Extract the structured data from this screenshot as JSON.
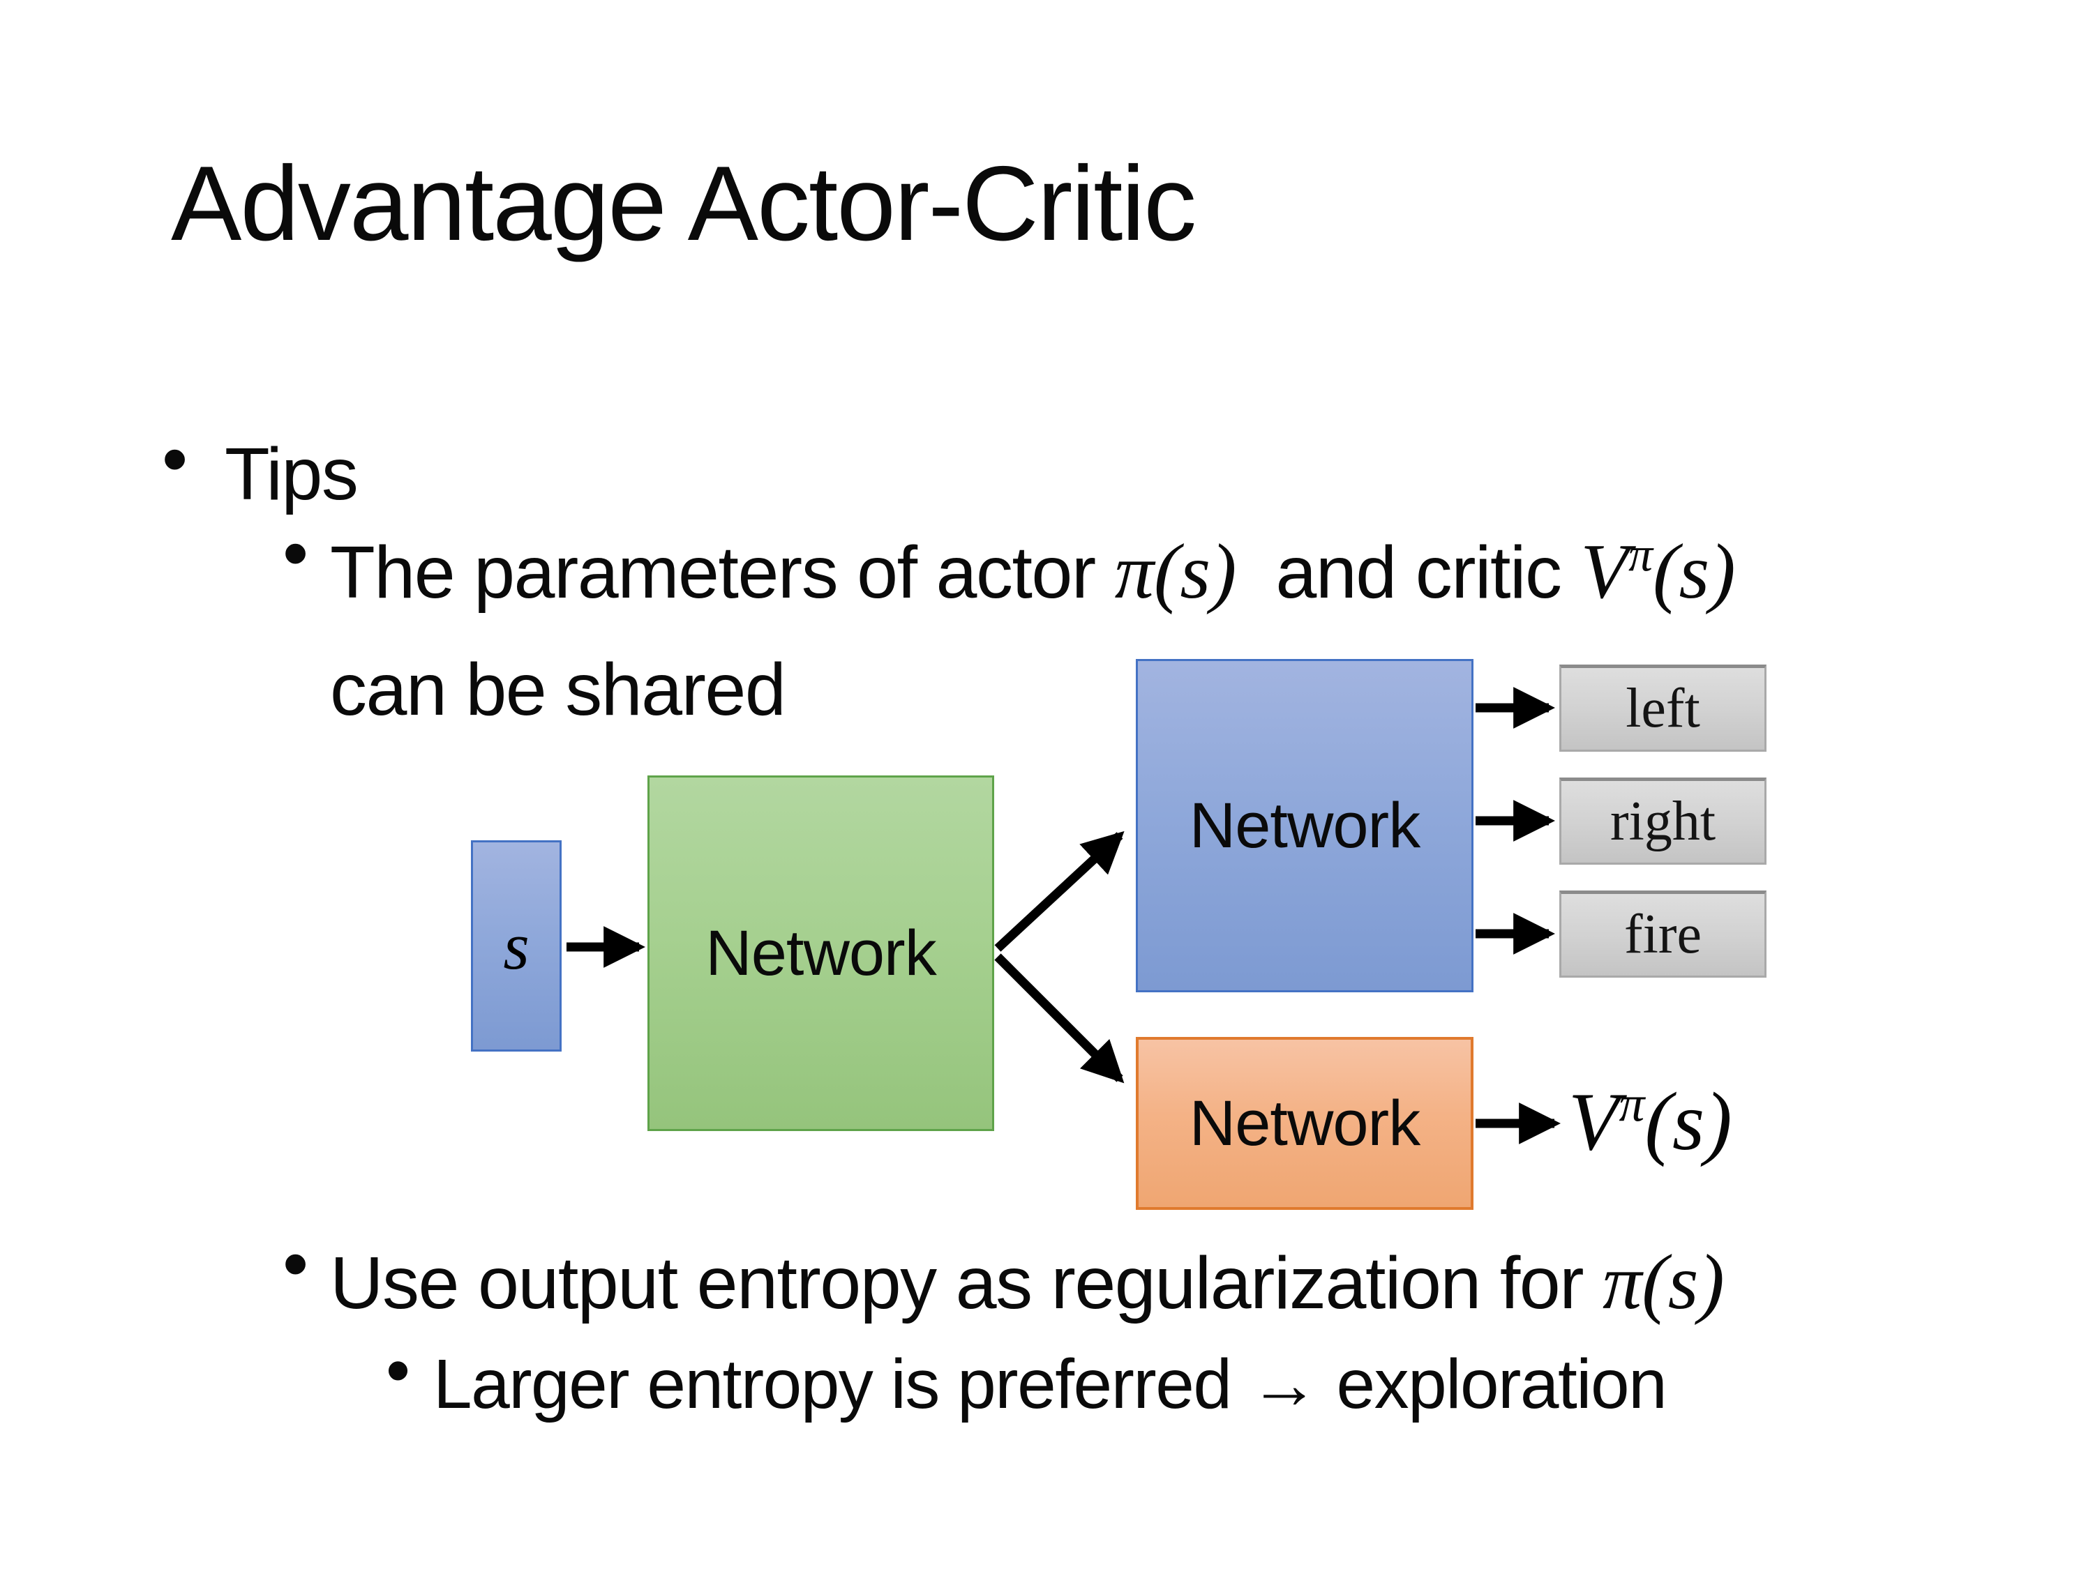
{
  "slide": {
    "title": "Advantage Actor-Critic",
    "bullet_char": "•",
    "tips": "Tips",
    "param_line": {
      "pre": "The parameters of actor ",
      "actor_math": "π(s)",
      "mid": "  and critic ",
      "critic_base": "V",
      "critic_sup": "π",
      "critic_args": "(s)",
      "line2": "can be shared"
    },
    "entropy_line": {
      "pre": "Use output entropy as regularization for ",
      "math": "π(s)"
    },
    "explore_line": "Larger entropy is preferred → exploration"
  },
  "diagram": {
    "state_label": "s",
    "shared_network": "Network",
    "actor_network": "Network",
    "critic_network": "Network",
    "actions": [
      "left",
      "right",
      "fire"
    ],
    "value_base": "V",
    "value_sup": "π",
    "value_args": "(s)",
    "colors": {
      "state_fill": "#8FAADC",
      "state_border": "#4472C4",
      "shared_fill": "#A9D18E",
      "shared_border": "#5FA34A",
      "actor_fill": "#8FAADC",
      "actor_border": "#4472C4",
      "critic_fill": "#F4B183",
      "critic_border": "#E07A2E",
      "action_fill": "#D6D6D6",
      "action_border": "#A6A6A6",
      "arrow": "#000000",
      "text": "#0A0A0A",
      "background": "#FFFFFF"
    }
  }
}
